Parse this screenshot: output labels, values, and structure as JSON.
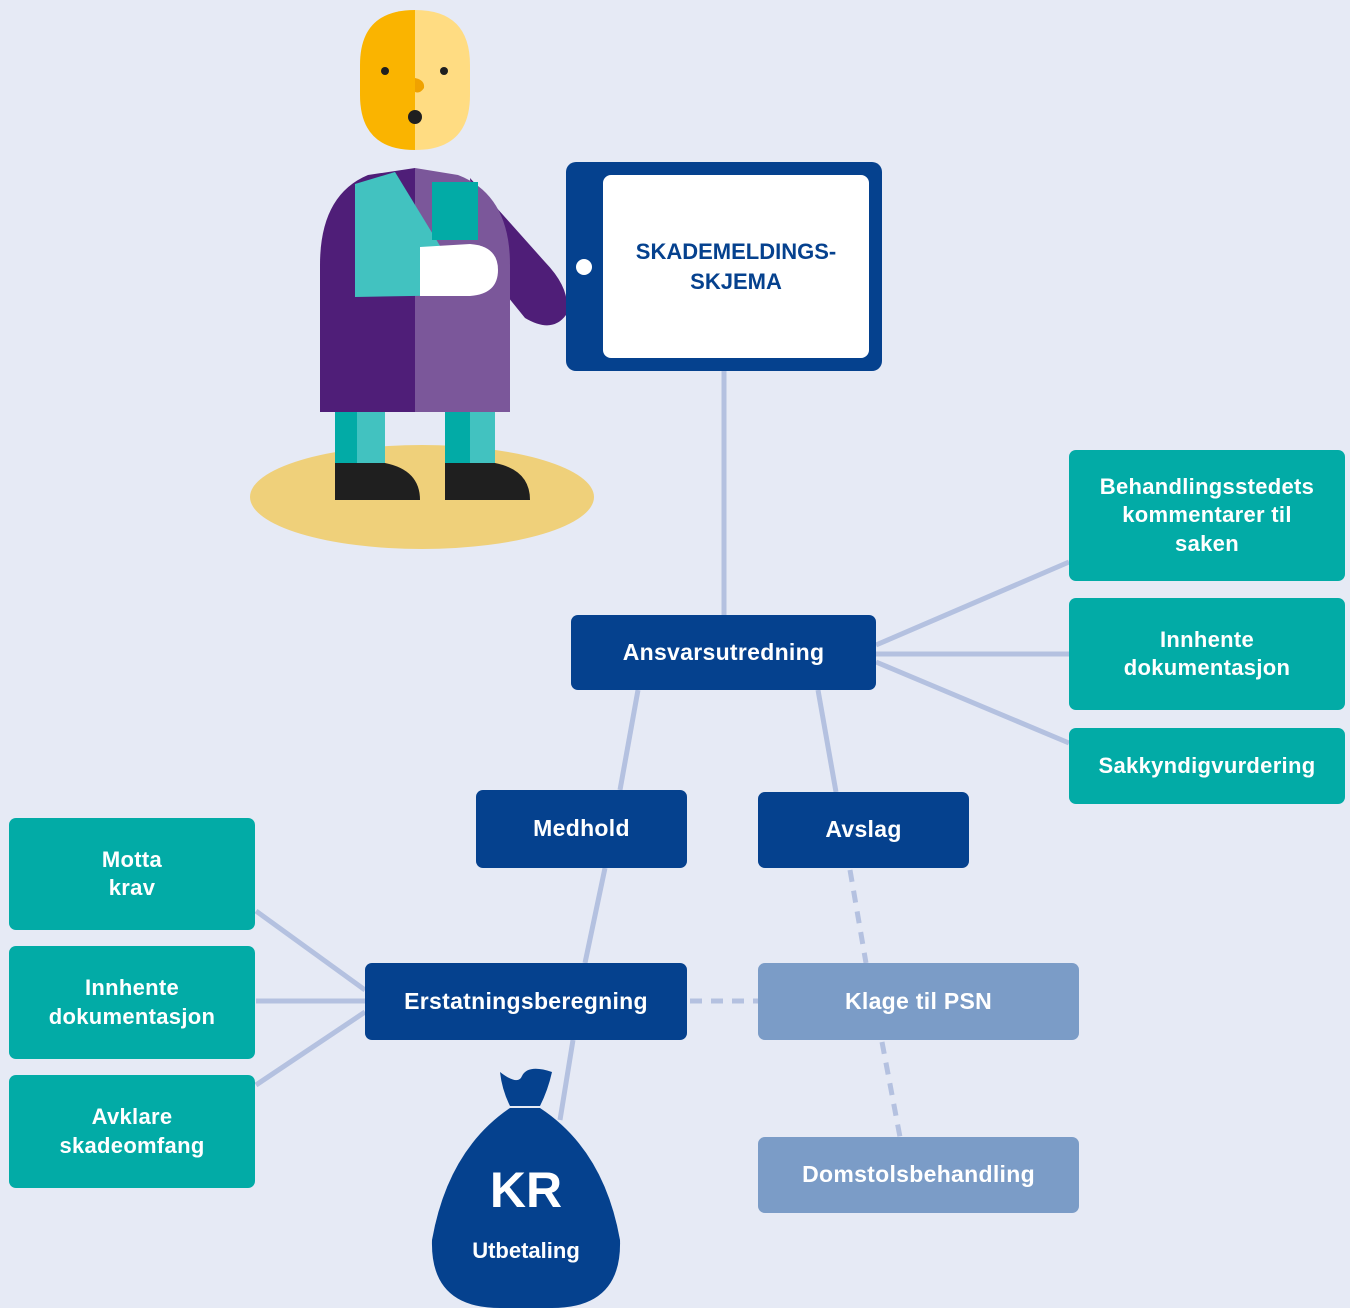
{
  "colors": {
    "background": "#e6eaf5",
    "primary_box": "#05418e",
    "secondary_box": "#02aba6",
    "muted_box": "#7b9cc7",
    "connector": "#b4c1e0"
  },
  "illustration": {
    "person": "person-with-arm-sling",
    "tablet_text": "SKADEMELDINGS-\nSKJEMA"
  },
  "nodes": {
    "ansvarsutredning": "Ansvarsutredning",
    "medhold": "Medhold",
    "avslag": "Avslag",
    "erstatningsberegning": "Erstatningsberegning",
    "klage": "Klage til PSN",
    "domstol": "Domstolsbehandling"
  },
  "right_tasks": [
    "Behandlingsstedets\nkommentarer til\nsaken",
    "Innhente\ndokumentasjon",
    "Sakkyndigvurdering"
  ],
  "left_tasks": [
    "Motta\nkrav",
    "Innhente\ndokumentasjon",
    "Avklare\nskadeomfang"
  ],
  "payout": {
    "symbol": "KR",
    "label": "Utbetaling"
  }
}
